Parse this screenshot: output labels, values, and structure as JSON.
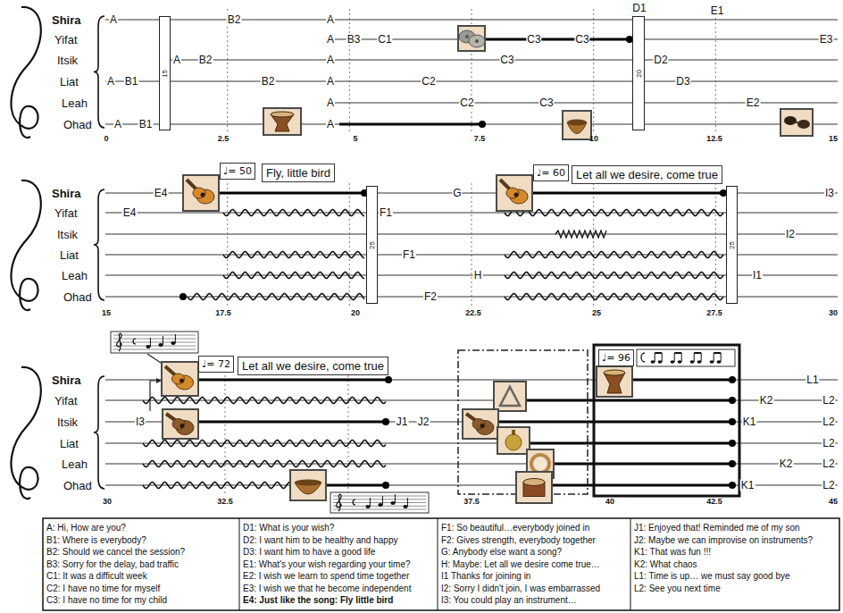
{
  "diagram": {
    "nodes": [
      {
        "text": [
          "15"
        ]
      },
      {
        "text": [
          "20"
        ]
      },
      {
        "text": [
          "♩= 50"
        ]
      },
      {
        "text": [
          "Fly, little bird"
        ]
      },
      {
        "text": [
          "25"
        ]
      },
      {
        "text": [
          "♩= 60"
        ]
      },
      {
        "text": [
          "Let all we desire, come true"
        ]
      },
      {
        "text": [
          "25"
        ]
      },
      {
        "text": [
          "♩= 72"
        ]
      },
      {
        "text": [
          "Let all we desire, come true"
        ]
      },
      {
        "text": [
          "♩= 96"
        ]
      }
    ],
    "labels": [
      "Shira",
      "Yifat",
      "Itsik",
      "Liat",
      "Leah",
      "Ohad",
      "0",
      "2.5",
      "5",
      "7.5",
      "10",
      "12.5",
      "15",
      "A",
      "B2",
      "A",
      "D1",
      "E1",
      "A",
      "B3",
      "C1",
      "C3",
      "C3",
      "E3",
      "A",
      "B2",
      "A",
      "C3",
      "D2",
      "A",
      "B1",
      "B2",
      "A",
      "C2",
      "D3",
      "A",
      "C2",
      "C3",
      "E2",
      "A",
      "B1",
      "A",
      "Shira",
      "Yifat",
      "Itsik",
      "Liat",
      "Leah",
      "Ohad",
      "15",
      "17.5",
      "20",
      "22.5",
      "25",
      "27.5",
      "30",
      "E4",
      "G",
      "I3",
      "E4",
      "F1",
      "I2",
      "F1",
      "H",
      "I1",
      "F2",
      "Shira",
      "Yifat",
      "Itsik",
      "Liat",
      "Leah",
      "Ohad",
      "30",
      "32.5",
      "37.5",
      "40",
      "42.5",
      "45",
      "L1",
      "K2",
      "L2",
      "I3",
      "J1",
      "J2",
      "K1",
      "L2",
      "L2",
      "K2",
      "L2",
      "K1",
      "L2",
      "A: Hi, How are you?",
      "B1: Where is everybody?",
      "B2: Should we cancel the session?",
      "B3: Sorry for the delay, bad traffic",
      "C1: It was a difficult week",
      "C2: I have no time for myself",
      "C3: I have no time for my child",
      "D1: What is your wish?",
      "D2: I want him to be healthy and happy",
      "D3: I want him to have a good life",
      "E1: What's your wish regarding your time?",
      "E2: I wish we learn to spend time together",
      "E3: I wish we that he become independent",
      "E4: Just like the song: Fly little bird",
      "F1: So beautiful…everybody joined in",
      "F2: Gives strength, everybody together",
      "G: Anybody else want a song?",
      "H: Maybe: Let all we desire come true…",
      "I1 Thanks for joining in",
      "I2: Sorry I didn't join, I was embarrassed",
      "I3: You could play an instrument…",
      "J1: Enjoyed that! Reminded me of my son",
      "J2: Maybe we can improvise on instruments?",
      "K1: That was fun !!!",
      "K2: What chaos",
      "L1: Time is up… we must say good bye",
      "L2: See you next time"
    ]
  }
}
